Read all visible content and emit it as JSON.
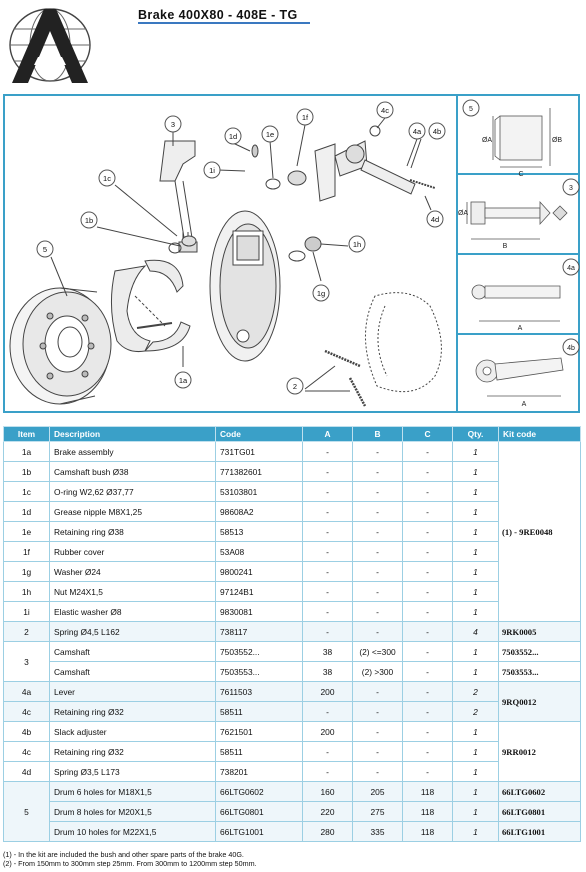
{
  "header": {
    "title": "Brake 400X80 - 408E - TG"
  },
  "diagram": {
    "callouts": [
      "3",
      "1d",
      "1e",
      "1f",
      "4c",
      "4a",
      "4b",
      "1i",
      "1c",
      "1b",
      "4d",
      "1h",
      "1g",
      "5",
      "1a",
      "2"
    ],
    "side_panels": [
      {
        "label": "5",
        "dims": [
          "ØA",
          "C",
          "ØB"
        ]
      },
      {
        "label": "3",
        "dims": [
          "ØA",
          "B"
        ]
      },
      {
        "label": "4a",
        "dims": [
          "A"
        ]
      },
      {
        "label": "4b",
        "dims": [
          "A"
        ]
      }
    ]
  },
  "table": {
    "headers": [
      "Item",
      "Description",
      "Code",
      "A",
      "B",
      "C",
      "Qty.",
      "Kit code"
    ],
    "rows": [
      {
        "item": "1a",
        "desc": "Brake assembly",
        "code": "731TG01",
        "a": "-",
        "b": "-",
        "c": "-",
        "qty": "1"
      },
      {
        "item": "1b",
        "desc": "Camshaft bush Ø38",
        "code": "771382601",
        "a": "-",
        "b": "-",
        "c": "-",
        "qty": "1"
      },
      {
        "item": "1c",
        "desc": "O-ring W2,62 Ø37,77",
        "code": "53103801",
        "a": "-",
        "b": "-",
        "c": "-",
        "qty": "1"
      },
      {
        "item": "1d",
        "desc": "Grease nipple M8X1,25",
        "code": "98608A2",
        "a": "-",
        "b": "-",
        "c": "-",
        "qty": "1"
      },
      {
        "item": "1e",
        "desc": "Retaining ring Ø38",
        "code": "58513",
        "a": "-",
        "b": "-",
        "c": "-",
        "qty": "1"
      },
      {
        "item": "1f",
        "desc": "Rubber cover",
        "code": "53A08",
        "a": "-",
        "b": "-",
        "c": "-",
        "qty": "1"
      },
      {
        "item": "1g",
        "desc": "Washer Ø24",
        "code": "9800241",
        "a": "-",
        "b": "-",
        "c": "-",
        "qty": "1"
      },
      {
        "item": "1h",
        "desc": "Nut M24X1,5",
        "code": "97124B1",
        "a": "-",
        "b": "-",
        "c": "-",
        "qty": "1"
      },
      {
        "item": "1i",
        "desc": "Elastic washer Ø8",
        "code": "9830081",
        "a": "-",
        "b": "-",
        "c": "-",
        "qty": "1"
      },
      {
        "item": "2",
        "desc": "Spring Ø4,5 L162",
        "code": "738117",
        "a": "-",
        "b": "-",
        "c": "-",
        "qty": "4"
      },
      {
        "item": "3",
        "desc": "Camshaft",
        "code": "7503552...",
        "a": "38",
        "b": "(2) <=300",
        "c": "-",
        "qty": "1"
      },
      {
        "item": "",
        "desc": "Camshaft",
        "code": "7503553...",
        "a": "38",
        "b": "(2) >300",
        "c": "-",
        "qty": "1"
      },
      {
        "item": "4a",
        "desc": "Lever",
        "code": "7611503",
        "a": "200",
        "b": "-",
        "c": "-",
        "qty": "2"
      },
      {
        "item": "4c",
        "desc": "Retaining ring Ø32",
        "code": "58511",
        "a": "-",
        "b": "-",
        "c": "-",
        "qty": "2"
      },
      {
        "item": "4b",
        "desc": "Slack adjuster",
        "code": "7621501",
        "a": "200",
        "b": "-",
        "c": "-",
        "qty": "1"
      },
      {
        "item": "4c",
        "desc": "Retaining ring Ø32",
        "code": "58511",
        "a": "-",
        "b": "-",
        "c": "-",
        "qty": "1"
      },
      {
        "item": "4d",
        "desc": "Spring Ø3,5 L173",
        "code": "738201",
        "a": "-",
        "b": "-",
        "c": "-",
        "qty": "1"
      },
      {
        "item": "5",
        "desc": "Drum 6 holes for M18X1,5",
        "code": "66LTG0602",
        "a": "160",
        "b": "205",
        "c": "118",
        "qty": "1"
      },
      {
        "item": "",
        "desc": "Drum 8 holes for M20X1,5",
        "code": "66LTG0801",
        "a": "220",
        "b": "275",
        "c": "118",
        "qty": "1"
      },
      {
        "item": "",
        "desc": "Drum 10 holes for M22X1,5",
        "code": "66LTG1001",
        "a": "280",
        "b": "335",
        "c": "118",
        "qty": "1"
      }
    ],
    "kits": {
      "k1": "(1) - 9RE0048",
      "k2": "9RK0005",
      "k3a": "7503552...",
      "k3b": "7503553...",
      "k4": "9RQ0012",
      "k5": "9RR0012",
      "k6a": "66LTG0602",
      "k6b": "66LTG0801",
      "k6c": "66LTG1001"
    }
  },
  "notes": [
    "(1) - In the kit are included the bush and other spare parts of the brake 40G.",
    "(2) - From 150mm to 300mm step 25mm. From 300mm to 1200mm step 50mm."
  ]
}
